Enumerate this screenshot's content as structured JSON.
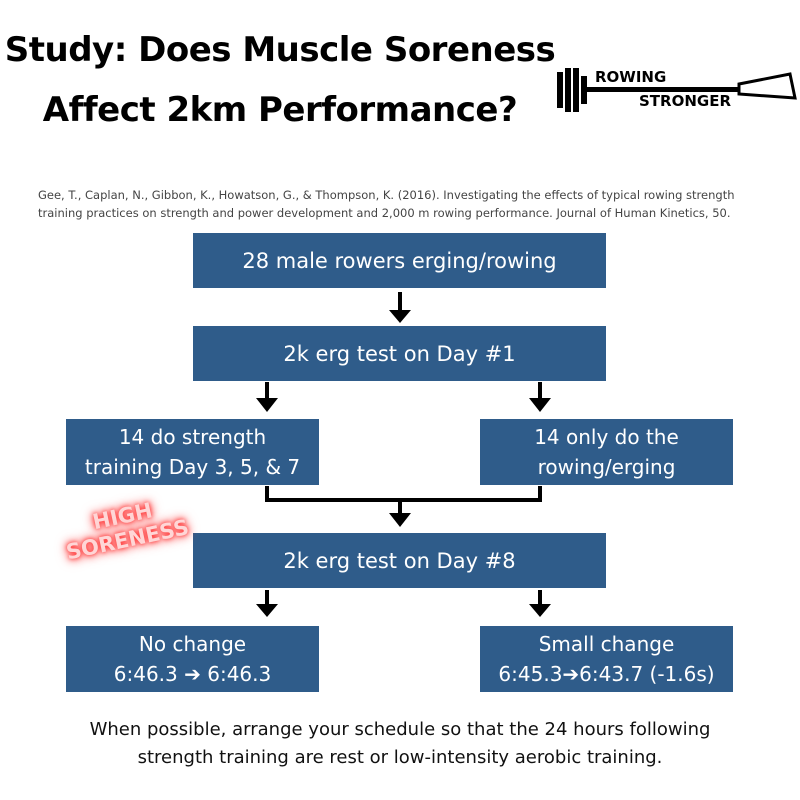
{
  "title": {
    "line1": "Study: Does Muscle Soreness",
    "line2": "Affect 2km Performance?"
  },
  "logo": {
    "line1": "ROWING",
    "line2": "STRONGER"
  },
  "citation": "Gee, T., Caplan, N., Gibbon, K., Howatson, G., & Thompson, K. (2016). Investigating the effects of typical rowing strength training practices on strength and power development and 2,000 m rowing performance. Journal of Human Kinetics, 50.",
  "flow": {
    "box1": "28 male rowers erging/rowing",
    "box2": "2k erg test on Day #1",
    "left_group": {
      "line1": "14 do strength",
      "line2": "training Day 3, 5, & 7"
    },
    "right_group": {
      "line1": "14 only do the",
      "line2": "rowing/erging"
    },
    "box4": "2k erg test on Day #8",
    "left_result": {
      "line1": "No change",
      "line2": "6:46.3 ➔ 6:46.3"
    },
    "right_result": {
      "line1": "Small change",
      "line2": "6:45.3➔6:43.7 (-1.6s)"
    }
  },
  "annotation": {
    "line1": "HIGH",
    "line2": "SORENESS"
  },
  "footer": {
    "line1": "When possible, arrange your schedule so that the 24 hours following",
    "line2": "strength training are rest or low-intensity aerobic training."
  },
  "colors": {
    "box_fill": "#2f5c8a",
    "box_text": "#ffffff",
    "arrow": "#000000",
    "annotation_glow": "#ff3b3b"
  }
}
